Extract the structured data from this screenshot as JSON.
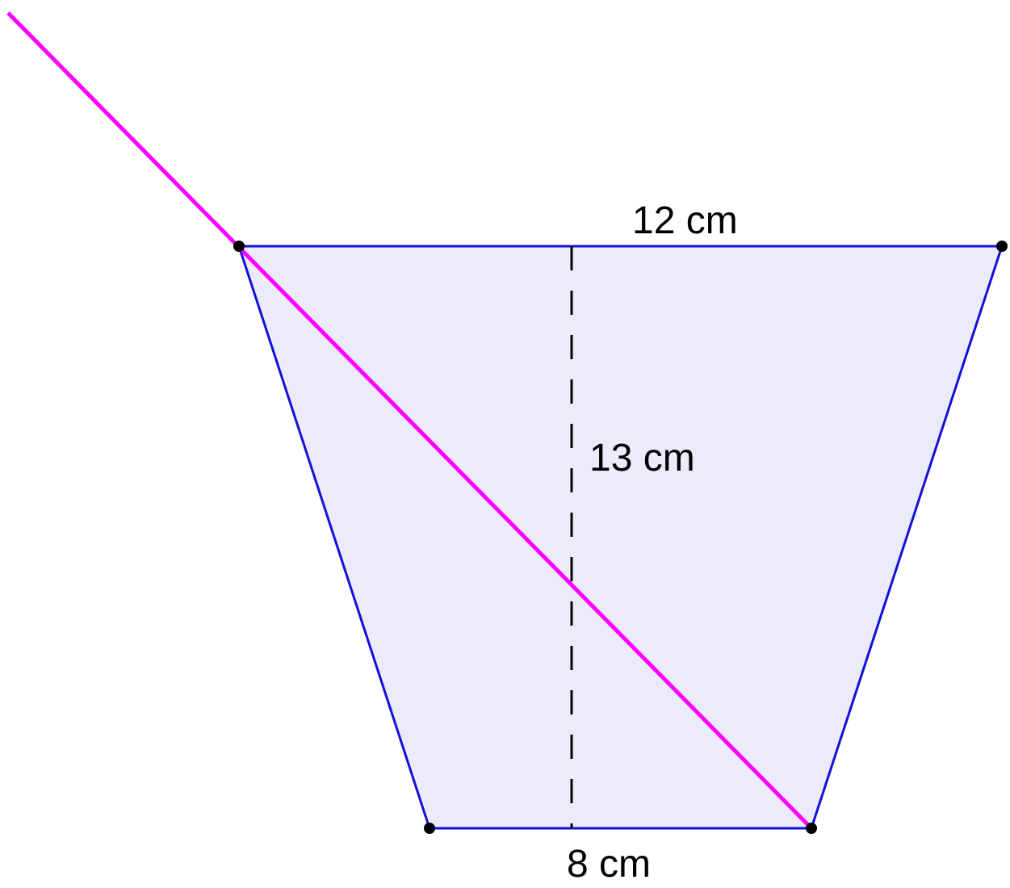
{
  "labels": {
    "top_side": "12 cm",
    "height": "13 cm",
    "bottom_side": "8 cm"
  },
  "colors": {
    "fill": "#ECEBFB",
    "edge": "#1010D8",
    "diagonal": "#FF00FF",
    "height_line": "#000000",
    "vertex": "#000000"
  }
}
